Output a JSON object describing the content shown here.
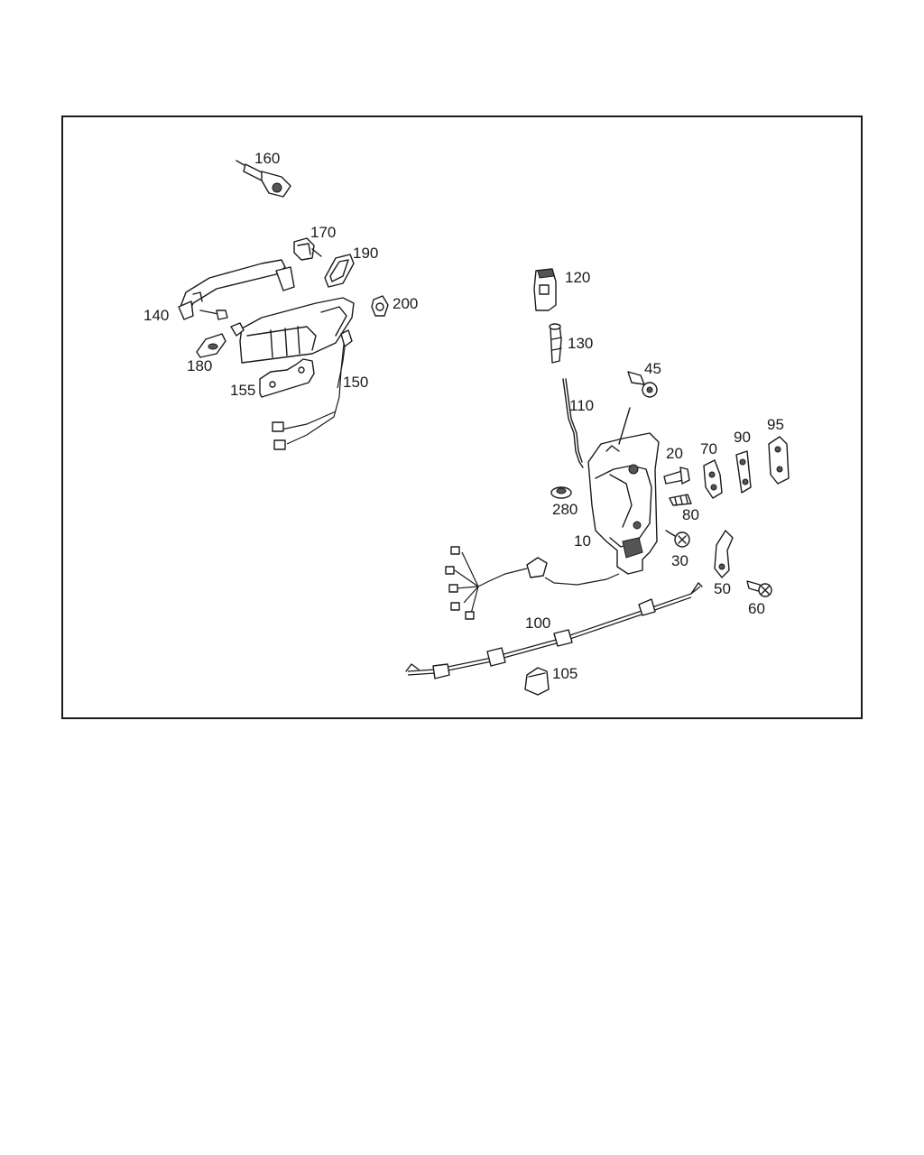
{
  "part_labels": {
    "p160": "160",
    "p170": "170",
    "p190": "190",
    "p140": "140",
    "p200": "200",
    "p180": "180",
    "p155": "155",
    "p150": "150",
    "p120": "120",
    "p130": "130",
    "p45": "45",
    "p110": "110",
    "p20": "20",
    "p70": "70",
    "p90": "90",
    "p95": "95",
    "p280": "280",
    "p80": "80",
    "p10": "10",
    "p30": "30",
    "p50": "50",
    "p60": "60",
    "p100": "100",
    "p105": "105"
  }
}
